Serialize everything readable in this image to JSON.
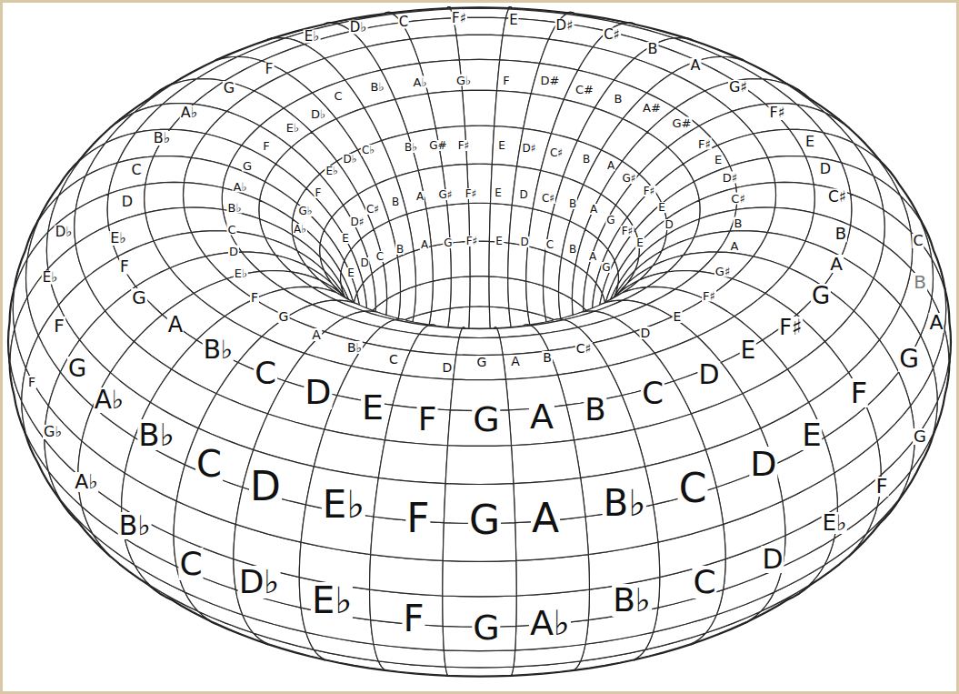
{
  "diagram": {
    "labels": [
      "E♭",
      "D♭",
      "C",
      "F♯",
      "E",
      "D♯",
      "C♯",
      "B",
      "A",
      "G♯",
      "F♯",
      "E",
      "D",
      "C♯",
      "B",
      "A",
      "G",
      "F♯",
      "E",
      "D",
      "C",
      "B",
      "A",
      "G",
      "F",
      "E",
      "D",
      "C",
      "B♭",
      "A",
      "G",
      "F",
      "E♭",
      "D",
      "C",
      "B♭",
      "A♭",
      "G",
      "F",
      "D♭",
      "E♭",
      "F",
      "G",
      "A♭",
      "B♭",
      "C",
      "D",
      "E♭",
      "F",
      "G",
      "A",
      "B♭",
      "C",
      "D",
      "E",
      "F",
      "G",
      "A",
      "B",
      "C",
      "F",
      "G♭",
      "A♭",
      "B♭",
      "C",
      "D♭",
      "E♭",
      "F",
      "G",
      "A♭",
      "B♭",
      "C",
      "D",
      "E♭",
      "F",
      "G",
      "F",
      "G",
      "A",
      "B♭",
      "C",
      "D",
      "G",
      "A",
      "B",
      "C♯",
      "D",
      "E",
      "F♯",
      "G♯",
      "A",
      "B",
      "C♯",
      "D♯",
      "E",
      "F♯",
      "G#",
      "A#",
      "B",
      "C#",
      "D#",
      "F",
      "G♭",
      "A♭",
      "B♭",
      "C",
      "D♭",
      "E♭",
      "F",
      "G",
      "A♭",
      "B♭",
      "C",
      "D",
      "E♭",
      "A♭",
      "G♭",
      "F",
      "E♭",
      "D♭",
      "C♭",
      "B♭",
      "G#",
      "F♯",
      "E",
      "D♯",
      "C♯",
      "B",
      "A",
      "G♯",
      "F♯",
      "E",
      "D",
      "E",
      "D♯",
      "C♯",
      "B",
      "A",
      "G♯",
      "F♯",
      "E",
      "D",
      "C♯",
      "B",
      "A",
      "G",
      "F♯",
      "E",
      "E",
      "D",
      "C",
      "B",
      "A",
      "G",
      "F♯",
      "E",
      "D",
      "C",
      "B",
      "A",
      "G"
    ]
  }
}
